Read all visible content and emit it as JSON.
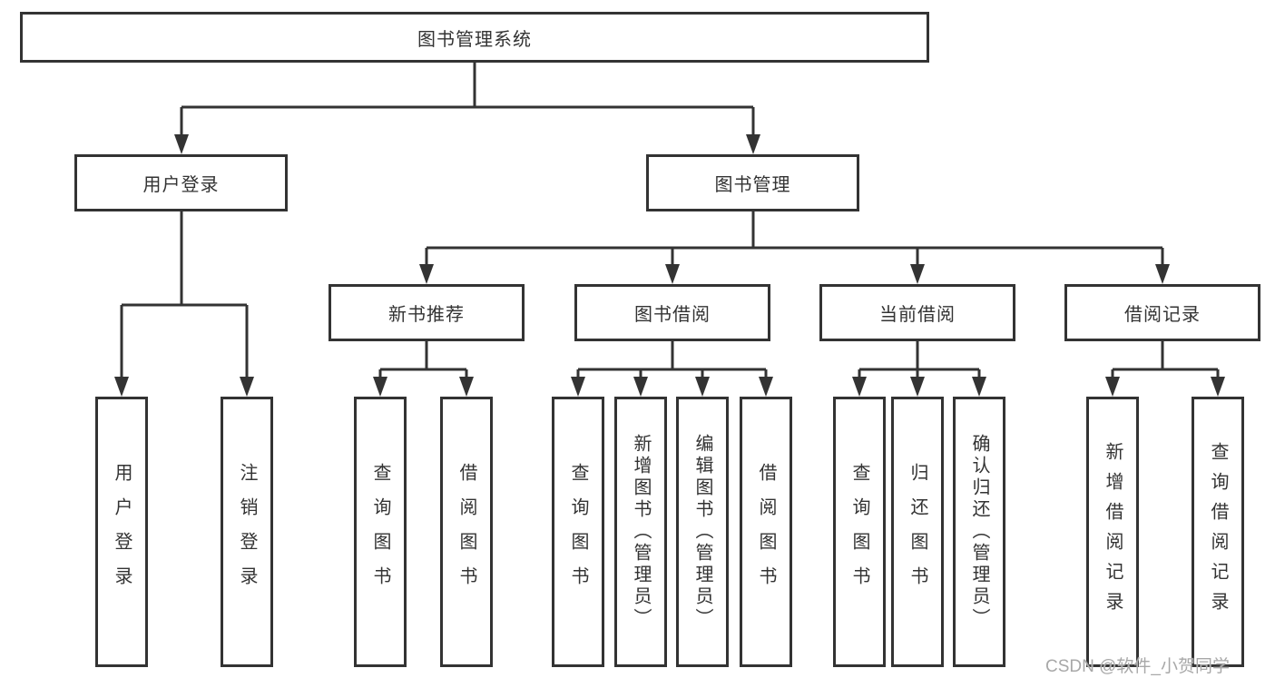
{
  "watermark": "CSDN @软件_小贺同学",
  "tree": {
    "label": "图书管理系统",
    "children": [
      {
        "label": "用户登录",
        "children": [
          {
            "label": "用户登录"
          },
          {
            "label": "注销登录"
          }
        ]
      },
      {
        "label": "图书管理",
        "children": [
          {
            "label": "新书推荐",
            "children": [
              {
                "label": "查询图书"
              },
              {
                "label": "借阅图书"
              }
            ]
          },
          {
            "label": "图书借阅",
            "children": [
              {
                "label": "查询图书"
              },
              {
                "label": "新增图书（管理员）"
              },
              {
                "label": "编辑图书（管理员）"
              },
              {
                "label": "借阅图书"
              }
            ]
          },
          {
            "label": "当前借阅",
            "children": [
              {
                "label": "查询图书"
              },
              {
                "label": "归还图书"
              },
              {
                "label": "确认归还（管理员）"
              }
            ]
          },
          {
            "label": "借阅记录",
            "children": [
              {
                "label": "新增借阅记录"
              },
              {
                "label": "查询借阅记录"
              }
            ]
          }
        ]
      }
    ]
  },
  "colors": {
    "line": "#333333",
    "text": "#333333",
    "watermark_gray": "#a8a8a8",
    "background": "#ffffff"
  }
}
